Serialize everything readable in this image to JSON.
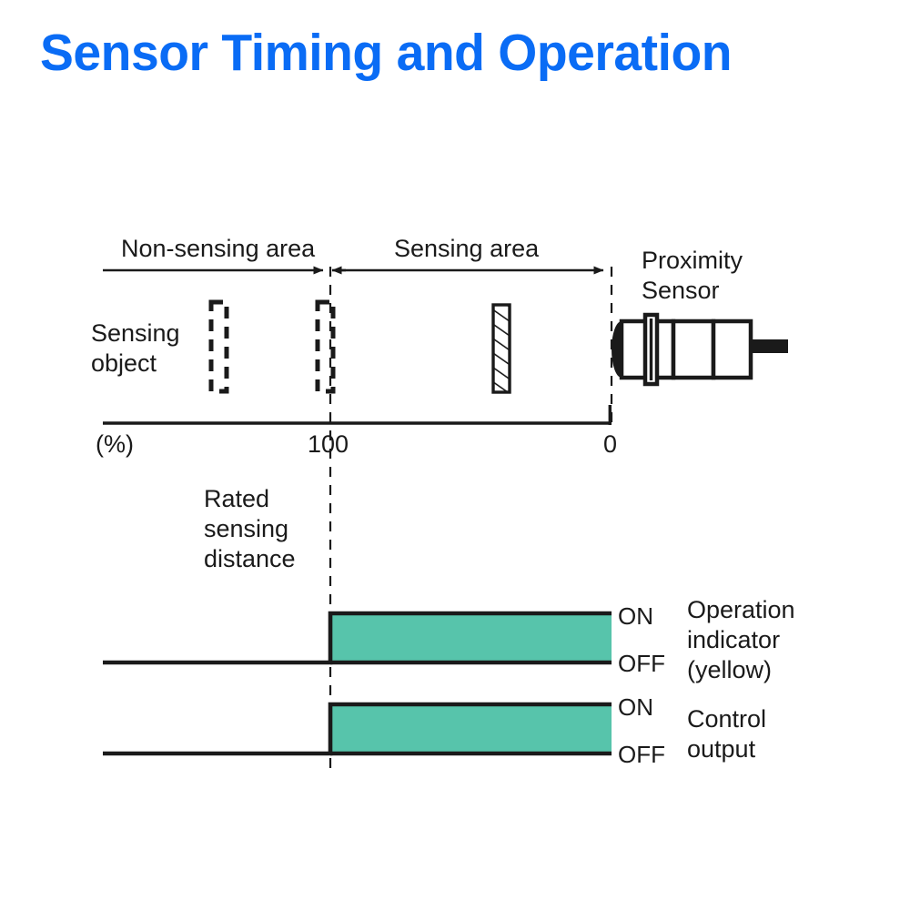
{
  "page": {
    "title": "Sensor Timing and Operation",
    "title_color": "#0a6cf5",
    "background": "#ffffff"
  },
  "diagram": {
    "name": "proximity-sensor-timing-diagram",
    "line_color": "#1a1a1a",
    "signal_fill": "#57c4ab",
    "regions": {
      "non_sensing_label": "Non-sensing area",
      "sensing_label": "Sensing area"
    },
    "sensor_label_line1": "Proximity",
    "sensor_label_line2": "Sensor",
    "object_label_line1": "Sensing",
    "object_label_line2": "object",
    "scale": {
      "unit_label": "(%)",
      "tick_100": "100",
      "tick_0": "0"
    },
    "rated_distance": {
      "line1": "Rated",
      "line2": "sensing",
      "line3": "distance"
    },
    "signals": [
      {
        "name": "operation-indicator",
        "on_label": "ON",
        "off_label": "OFF",
        "caption_line1": "Operation",
        "caption_line2": "indicator",
        "caption_line3": "(yellow)"
      },
      {
        "name": "control-output",
        "on_label": "ON",
        "off_label": "OFF",
        "caption_line1": "Control",
        "caption_line2": "output",
        "caption_line3": ""
      }
    ]
  }
}
